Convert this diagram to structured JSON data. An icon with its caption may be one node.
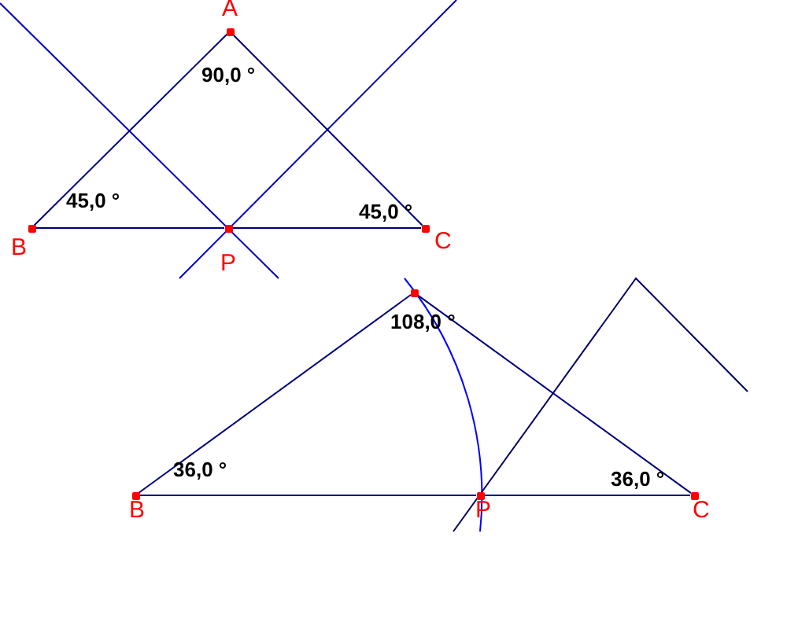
{
  "diagram": {
    "nodes": [
      {
        "text": [],
        "shape": "circle",
        "beside": [
          "A"
        ]
      },
      {
        "text": [],
        "shape": "circle",
        "beside": [
          "B"
        ]
      },
      {
        "text": [],
        "shape": "circle",
        "beside": [
          "C"
        ]
      },
      {
        "text": [],
        "shape": "circle",
        "beside": [
          "P"
        ]
      },
      {
        "text": [],
        "shape": "circle"
      },
      {
        "text": [],
        "shape": "circle",
        "beside": [
          "B"
        ]
      },
      {
        "text": [],
        "shape": "circle",
        "beside": [
          "C"
        ]
      },
      {
        "text": [],
        "shape": "circle",
        "beside": [
          "P"
        ]
      }
    ],
    "edges": [
      {
        "from": 0,
        "to": 1,
        "arrow": "none"
      },
      {
        "from": 0,
        "to": 2,
        "arrow": "none"
      },
      {
        "from": 1,
        "to": 3,
        "arrow": "none"
      },
      {
        "from": 3,
        "to": 2,
        "arrow": "none"
      },
      {
        "from": 4,
        "to": 5,
        "arrow": "none"
      },
      {
        "from": 4,
        "to": 6,
        "arrow": "none"
      },
      {
        "from": 5,
        "to": 7,
        "arrow": "none"
      },
      {
        "from": 7,
        "to": 6,
        "arrow": "none"
      }
    ],
    "labels": [
      "90,0 °",
      "45,0 °",
      "45,0 °",
      "108,0 °",
      "36,0 °",
      "36,0 °"
    ]
  }
}
